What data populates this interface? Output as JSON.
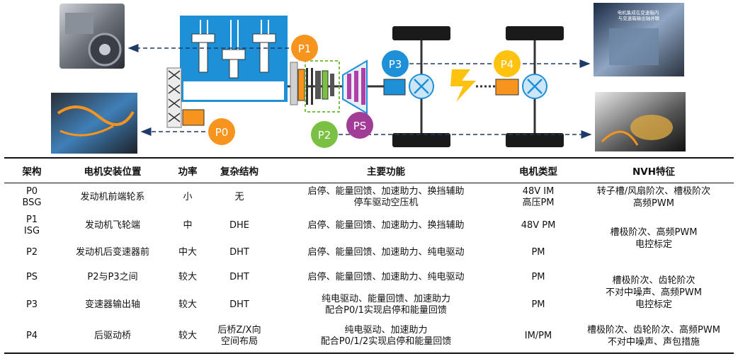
{
  "diagram": {
    "positions": [
      "P0",
      "P1",
      "P2",
      "P3",
      "P4",
      "PS"
    ],
    "photo_note": "电机集成在变速箱内\n与变速箱输出轴并联"
  },
  "colors": {
    "engine_blue": "#1e90d8",
    "motor_orange": "#f7941d",
    "badge_orange": "#f7941d",
    "badge_blue": "#1e90d8",
    "badge_green": "#7ac143",
    "badge_purple": "#a23d97",
    "gear_magenta": "#b040a8",
    "lightning_yellow": "#ffc20e",
    "arrow_navy": "#1f3a68"
  },
  "table": {
    "headers": [
      "架构",
      "电机安装位置",
      "功率",
      "复杂结构",
      "主要功能",
      "电机类型",
      "NVH特征"
    ],
    "rows": [
      {
        "arch": "P0\nBSG",
        "position": "发动机前端轮系",
        "power": "小",
        "structure": "无",
        "functions": "启停、能量回馈、加速助力、换挡辅助\n停车驱动空压机",
        "motor": "48V IM\n高压PM"
      },
      {
        "arch": "P1\nISG",
        "position": "发动机飞轮端",
        "power": "中",
        "structure": "DHE",
        "functions": "启停、能量回馈、加速助力、换挡辅助",
        "motor": "48V PM"
      },
      {
        "arch": "P2",
        "position": "发动机后变速器前",
        "power": "中大",
        "structure": "DHT",
        "functions": "启停、能量回馈、加速助力、纯电驱动",
        "motor": "PM"
      },
      {
        "arch": "PS",
        "position": "P2与P3之间",
        "power": "较大",
        "structure": "DHT",
        "functions": "启停、能量回馈、加速助力、纯电驱动",
        "motor": "PM"
      },
      {
        "arch": "P3",
        "position": "变速器输出轴",
        "power": "较大",
        "structure": "DHT",
        "functions": "纯电驱动、能量回馈、加速助力\n配合P0/1实现启停和能量回馈",
        "motor": "PM"
      },
      {
        "arch": "P4",
        "position": "后驱动桥",
        "power": "较大",
        "structure": "后桥Z/X向\n空间布局",
        "functions": "纯电驱动、加速助力\n配合P0/1/2实现启停和能量回馈",
        "motor": "IM/PM"
      }
    ],
    "nvh": {
      "p0": "转子槽/风扇阶次、槽极阶次\n高频PWM",
      "p1_p2": "槽极阶次、高频PWM\n电控标定",
      "ps_p3": "槽极阶次、齿轮阶次\n不对中噪声、高频PWM\n电控标定",
      "p4": "槽极阶次、齿轮阶次、高频PWM\n不对中噪声、声包措施"
    }
  }
}
